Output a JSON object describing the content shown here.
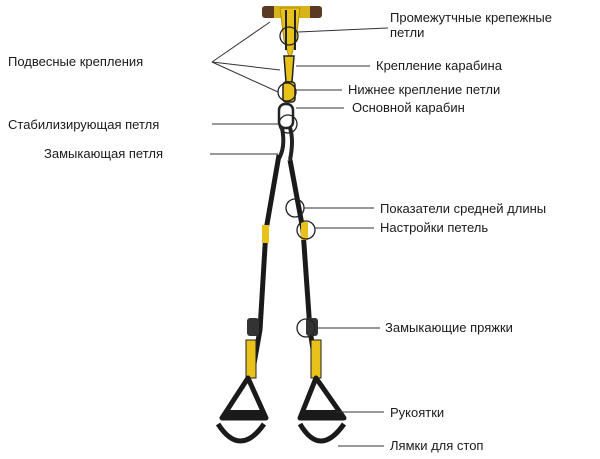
{
  "labels": {
    "suspension_mounts": "Подвесные крепления",
    "intermediate_loops_l1": "Промежутчные крепежные",
    "intermediate_loops_l2": "петли",
    "carabiner_mount": "Крепление карабина",
    "lower_loop_mount": "Нижнее крепление петли",
    "main_carabiner": "Основной карабин",
    "stabilizing_loop": "Стабилизирующая петля",
    "locking_loop": "Замыкающая петля",
    "mid_length_indicators": "Показатели средней длины",
    "loop_adjustments": "Настройки петель",
    "locking_buckles": "Замыкающие пряжки",
    "handles": "Рукоятки",
    "foot_cradles": "Лямки для стоп"
  },
  "colors": {
    "strap": "#1a1a1a",
    "accent": "#e8c21a",
    "anchor": "#5a3a22",
    "leader": "#333333"
  }
}
